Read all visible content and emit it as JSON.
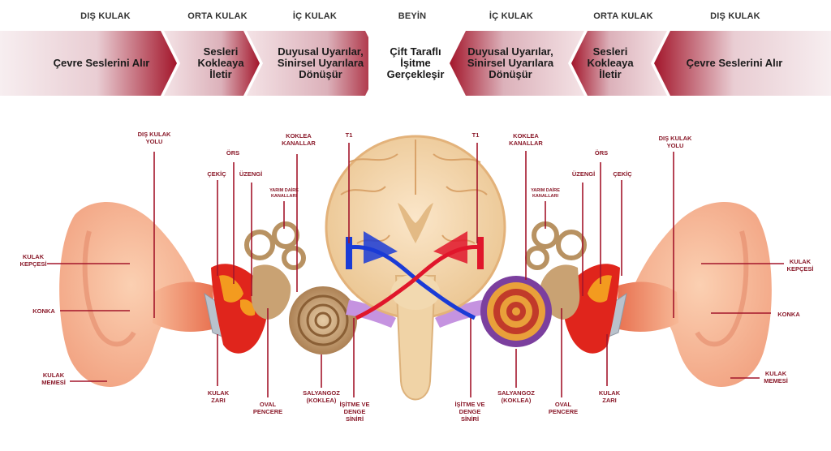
{
  "header": {
    "cols": [
      "DIŞ KULAK",
      "ORTA KULAK",
      "İÇ KULAK",
      "BEYİN",
      "İÇ KULAK",
      "ORTA KULAK",
      "DIŞ KULAK"
    ]
  },
  "steps": {
    "left_outer": "Çevre Seslerini Alır",
    "left_middle": "Sesleri Kokleaya İletir",
    "left_inner": "Duyusal Uyarılar, Sinirsel Uyarılara Dönüşür",
    "brain": "Çift Taraflı İşitme Gerçekleşir",
    "right_inner": "Duyusal Uyarılar, Sinirsel Uyarılara Dönüşür",
    "right_middle": "Sesleri Kokleaya İletir",
    "right_outer": "Çevre Seslerini Alır"
  },
  "labels": {
    "dis_kulak_yolu": "DIŞ KULAK YOLU",
    "ors": "ÖRS",
    "cekic": "ÇEKİÇ",
    "uzengi": "ÜZENGİ",
    "koklea_kanallar": "KOKLEA KANALLAR",
    "yarim_daire": "YARIM DAİRE KANALLARI",
    "t1": "T1",
    "kulak_kepcesi": "KULAK KEPÇESİ",
    "konka": "KONKA",
    "kulak_memesi": "KULAK MEMESİ",
    "kulak_zari": "KULAK ZARI",
    "oval_pencere": "OVAL PENCERE",
    "salyangoz": "SALYANGOZ (KOKLEA)",
    "isitme_siniri": "İŞİTME VE DENGE SİNİRİ"
  },
  "colors": {
    "band_dark": "#a3162b",
    "band_light": "#ecd6da",
    "label": "#8a1a2a",
    "leader": "#a3162b"
  }
}
